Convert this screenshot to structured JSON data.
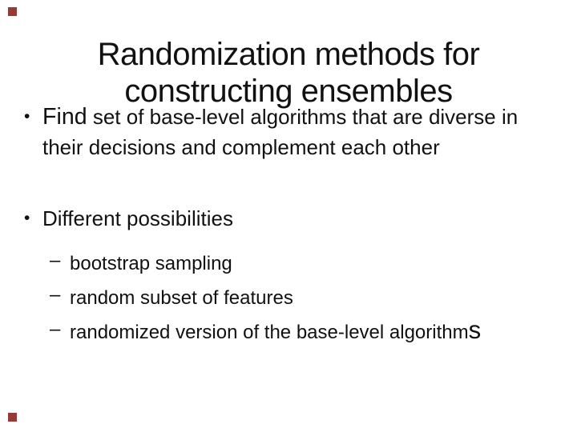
{
  "slide": {
    "background_color": "#ffffff",
    "text_color": "#111111",
    "accent_color": "#963a38",
    "title": {
      "full": "Randomization methods for constructing ensembles",
      "lines": [
        "Randomization methods for",
        "constructing ensembles"
      ]
    },
    "bullets": [
      {
        "marker": "•",
        "lead": "Find",
        "text": " set of base-level algorithms that are diverse in their decisions and complement each other"
      },
      {
        "marker": "•",
        "lead": "",
        "text": "Different possibilities",
        "subitems": [
          {
            "marker": "–",
            "text": "bootstrap sampling",
            "tail": ""
          },
          {
            "marker": "–",
            "text": "random subset of features",
            "tail": ""
          },
          {
            "marker": "–",
            "text": "randomized version of the base-level algorithm",
            "tail": "s"
          }
        ]
      }
    ]
  }
}
